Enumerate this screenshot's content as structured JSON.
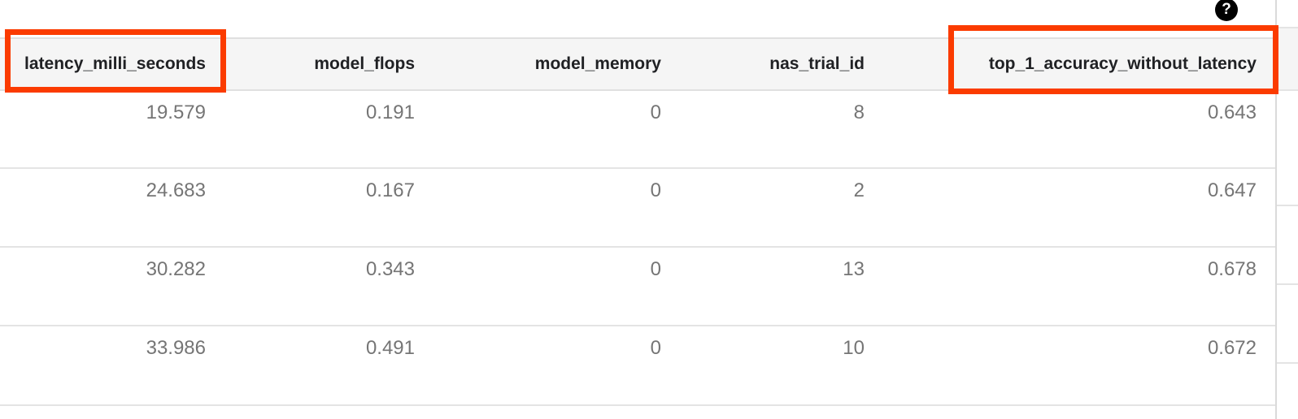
{
  "help": {
    "label": "?",
    "tooltip_name": "help"
  },
  "table": {
    "columns": [
      {
        "key": "latency_milli_seconds",
        "label": "latency_milli_seconds",
        "highlighted": true
      },
      {
        "key": "model_flops",
        "label": "model_flops",
        "highlighted": false
      },
      {
        "key": "model_memory",
        "label": "model_memory",
        "highlighted": false
      },
      {
        "key": "nas_trial_id",
        "label": "nas_trial_id",
        "highlighted": false
      },
      {
        "key": "top_1_accuracy_without_latency",
        "label": "top_1_accuracy_without_latency",
        "highlighted": true
      }
    ],
    "rows": [
      [
        "19.579",
        "0.191",
        "0",
        "8",
        "0.643"
      ],
      [
        "24.683",
        "0.167",
        "0",
        "2",
        "0.647"
      ],
      [
        "30.282",
        "0.343",
        "0",
        "13",
        "0.678"
      ],
      [
        "33.986",
        "0.491",
        "0",
        "10",
        "0.672"
      ]
    ]
  },
  "colors": {
    "annotation_box": "#fb3b00",
    "header_background": "#f5f5f5",
    "row_separator": "#e4e4e4",
    "header_text": "#202124",
    "cell_text": "#757575",
    "help_icon_background": "#000000"
  }
}
